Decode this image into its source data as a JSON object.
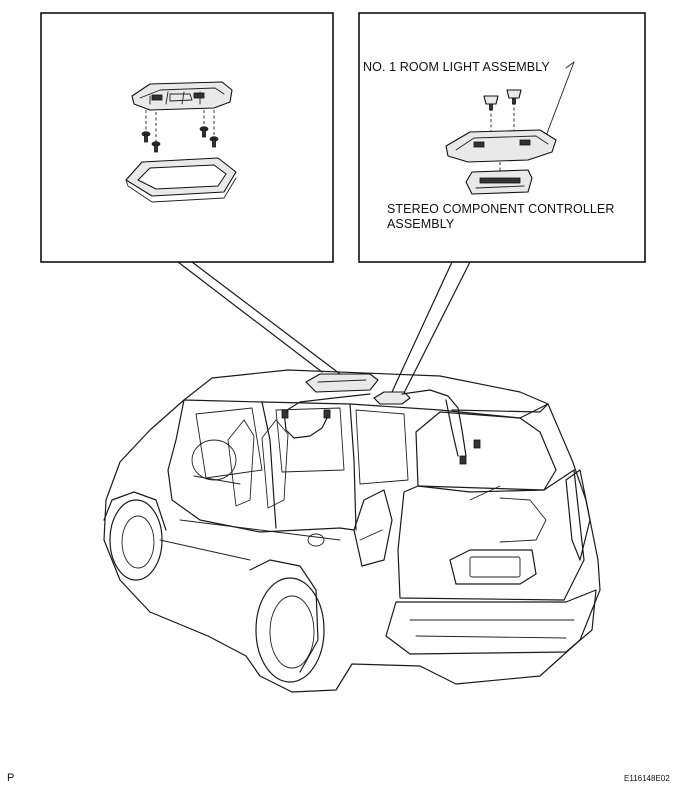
{
  "labels": {
    "room_light": "NO. 1 ROOM LIGHT ASSEMBLY",
    "stereo_line1": "STEREO COMPONENT CONTROLLER",
    "stereo_line2": "ASSEMBLY"
  },
  "corner": {
    "left_mark": "P",
    "figure_code": "E116148E02"
  }
}
